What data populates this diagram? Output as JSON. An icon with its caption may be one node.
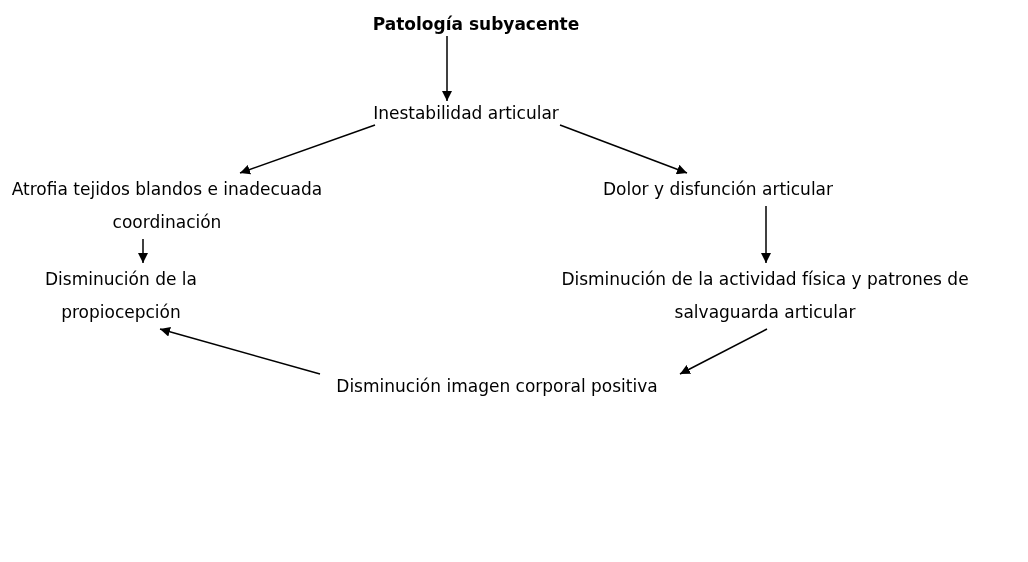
{
  "diagram": {
    "nodes": [
      {
        "text": [
          "Patología subyacente"
        ]
      },
      {
        "text": [
          "Inestabilidad articular"
        ]
      },
      {
        "text": [
          "Atrofia tejidos blandos e inadecuada coordinación"
        ]
      },
      {
        "text": [
          "Dolor y disfunción articular"
        ]
      },
      {
        "text": [
          "Disminución de la propiocepción"
        ]
      },
      {
        "text": [
          "Disminución de la actividad física y patrones de salvaguarda articular"
        ]
      },
      {
        "text": [
          "Disminución imagen corporal positiva"
        ]
      }
    ],
    "edges": [
      {
        "from": 0,
        "to": 1,
        "arrow": "to"
      },
      {
        "from": 1,
        "to": 2,
        "arrow": "to"
      },
      {
        "from": 1,
        "to": 3,
        "arrow": "to"
      },
      {
        "from": 2,
        "to": 4,
        "arrow": "to"
      },
      {
        "from": 3,
        "to": 5,
        "arrow": "to"
      },
      {
        "from": 5,
        "to": 6,
        "arrow": "to"
      },
      {
        "from": 6,
        "to": 4,
        "arrow": "to"
      }
    ]
  }
}
